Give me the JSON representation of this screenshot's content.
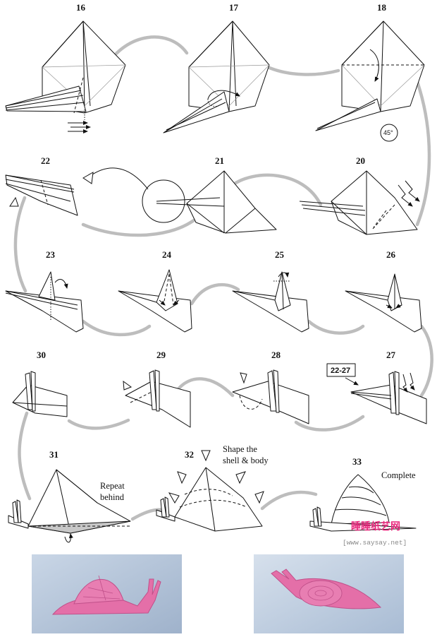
{
  "steps": {
    "s16": "16",
    "s17": "17",
    "s18": "18",
    "s20": "20",
    "s21": "21",
    "s22": "22",
    "s23": "23",
    "s24": "24",
    "s25": "25",
    "s26": "26",
    "s27": "27",
    "s28": "28",
    "s29": "29",
    "s30": "30",
    "s31": "31",
    "s32": "32",
    "s33": "33"
  },
  "notes": {
    "repeat_line1": "Repeat",
    "repeat_line2": "behind",
    "shape_line1": "Shape the",
    "shape_line2": "shell & body",
    "complete": "Complete",
    "reference_box": "22-27",
    "rotate_label": "45°"
  },
  "watermark": {
    "brand": "睡睡纸艺网",
    "url": "[www.saysay.net]",
    "color": "#e8257b"
  },
  "colors": {
    "connector": "#bdbdbd",
    "paper_model": "#e46fa8",
    "photo_bg": "#b8c8dc"
  }
}
